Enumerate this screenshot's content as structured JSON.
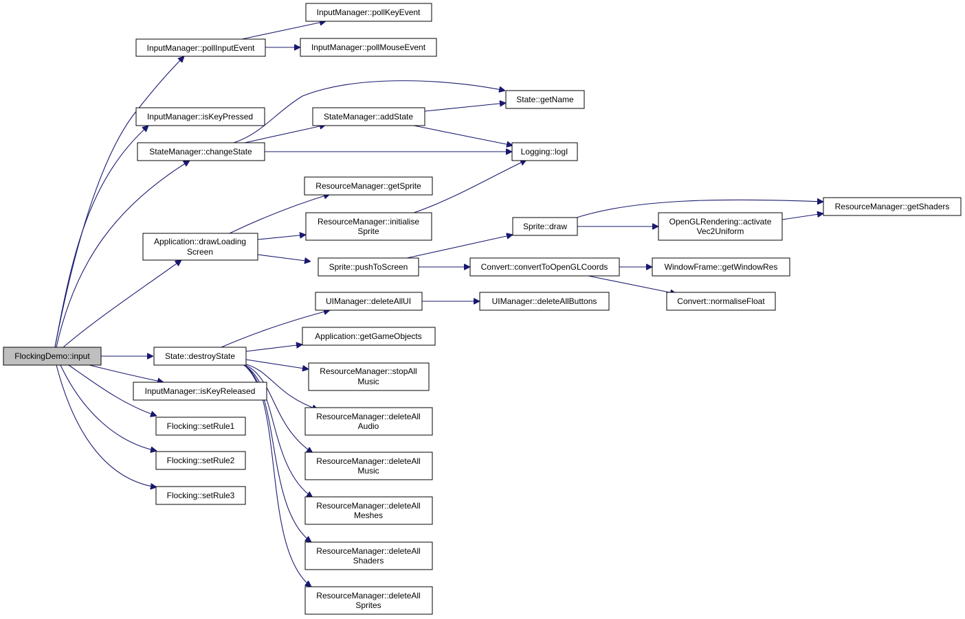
{
  "colors": {
    "edge": "#191970",
    "root_fill": "#bfbfbf",
    "node_fill": "#ffffff",
    "border": "#000000"
  },
  "nodes": {
    "flockingdemo_input": {
      "lines": [
        "FlockingDemo::input"
      ]
    },
    "pollinputevent": {
      "lines": [
        "InputManager::pollInputEvent"
      ]
    },
    "pollkeyevent": {
      "lines": [
        "InputManager::pollKeyEvent"
      ]
    },
    "pollmouseevent": {
      "lines": [
        "InputManager::pollMouseEvent"
      ]
    },
    "iskeypressed": {
      "lines": [
        "InputManager::isKeyPressed"
      ]
    },
    "changestate": {
      "lines": [
        "StateManager::changeState"
      ]
    },
    "addstate": {
      "lines": [
        "StateManager::addState"
      ]
    },
    "getname": {
      "lines": [
        "State::getName"
      ]
    },
    "logi": {
      "lines": [
        "Logging::logI"
      ]
    },
    "getsprite": {
      "lines": [
        "ResourceManager::getSprite"
      ]
    },
    "initialisesprite": {
      "lines": [
        "ResourceManager::initialise",
        "Sprite"
      ]
    },
    "drawloadingscreen": {
      "lines": [
        "Application::drawLoading",
        "Screen"
      ]
    },
    "sprite_draw": {
      "lines": [
        "Sprite::draw"
      ]
    },
    "activatevec2uniform": {
      "lines": [
        "OpenGLRendering::activate",
        "Vec2Uniform"
      ]
    },
    "getshaders": {
      "lines": [
        "ResourceManager::getShaders"
      ]
    },
    "pushtoscreen": {
      "lines": [
        "Sprite::pushToScreen"
      ]
    },
    "converttoopenglcoords": {
      "lines": [
        "Convert::convertToOpenGLCoords"
      ]
    },
    "getwindowres": {
      "lines": [
        "WindowFrame::getWindowRes"
      ]
    },
    "normalisefloat": {
      "lines": [
        "Convert::normaliseFloat"
      ]
    },
    "deleteallui": {
      "lines": [
        "UIManager::deleteAllUI"
      ]
    },
    "deleteallbuttons": {
      "lines": [
        "UIManager::deleteAllButtons"
      ]
    },
    "destroystate": {
      "lines": [
        "State::destroyState"
      ]
    },
    "getgameobjects": {
      "lines": [
        "Application::getGameObjects"
      ]
    },
    "stopallmusic": {
      "lines": [
        "ResourceManager::stopAll",
        "Music"
      ]
    },
    "iskeyreleased": {
      "lines": [
        "InputManager::isKeyReleased"
      ]
    },
    "deleteallaudio": {
      "lines": [
        "ResourceManager::deleteAll",
        "Audio"
      ]
    },
    "setrule1": {
      "lines": [
        "Flocking::setRule1"
      ]
    },
    "setrule2": {
      "lines": [
        "Flocking::setRule2"
      ]
    },
    "deleteallmusic": {
      "lines": [
        "ResourceManager::deleteAll",
        "Music"
      ]
    },
    "setrule3": {
      "lines": [
        "Flocking::setRule3"
      ]
    },
    "deleteallmeshes": {
      "lines": [
        "ResourceManager::deleteAll",
        "Meshes"
      ]
    },
    "deleteallshaders": {
      "lines": [
        "ResourceManager::deleteAll",
        "Shaders"
      ]
    },
    "deleteallsprites": {
      "lines": [
        "ResourceManager::deleteAll",
        "Sprites"
      ]
    }
  },
  "edges": [
    [
      "flockingdemo_input",
      "pollinputevent"
    ],
    [
      "flockingdemo_input",
      "iskeypressed"
    ],
    [
      "flockingdemo_input",
      "changestate"
    ],
    [
      "flockingdemo_input",
      "drawloadingscreen"
    ],
    [
      "flockingdemo_input",
      "destroystate"
    ],
    [
      "flockingdemo_input",
      "iskeyreleased"
    ],
    [
      "flockingdemo_input",
      "setrule1"
    ],
    [
      "flockingdemo_input",
      "setrule2"
    ],
    [
      "flockingdemo_input",
      "setrule3"
    ],
    [
      "pollinputevent",
      "pollkeyevent"
    ],
    [
      "pollinputevent",
      "pollmouseevent"
    ],
    [
      "changestate",
      "getname"
    ],
    [
      "changestate",
      "addstate"
    ],
    [
      "changestate",
      "logi"
    ],
    [
      "addstate",
      "getname"
    ],
    [
      "addstate",
      "logi"
    ],
    [
      "drawloadingscreen",
      "getsprite"
    ],
    [
      "drawloadingscreen",
      "initialisesprite"
    ],
    [
      "drawloadingscreen",
      "pushtoscreen"
    ],
    [
      "initialisesprite",
      "logi"
    ],
    [
      "pushtoscreen",
      "sprite_draw"
    ],
    [
      "pushtoscreen",
      "converttoopenglcoords"
    ],
    [
      "sprite_draw",
      "getshaders"
    ],
    [
      "sprite_draw",
      "activatevec2uniform"
    ],
    [
      "activatevec2uniform",
      "getshaders"
    ],
    [
      "converttoopenglcoords",
      "getwindowres"
    ],
    [
      "converttoopenglcoords",
      "normalisefloat"
    ],
    [
      "destroystate",
      "deleteallui"
    ],
    [
      "destroystate",
      "getgameobjects"
    ],
    [
      "destroystate",
      "stopallmusic"
    ],
    [
      "destroystate",
      "deleteallaudio"
    ],
    [
      "destroystate",
      "deleteallmusic"
    ],
    [
      "destroystate",
      "deleteallmeshes"
    ],
    [
      "destroystate",
      "deleteallshaders"
    ],
    [
      "destroystate",
      "deleteallsprites"
    ],
    [
      "deleteallui",
      "deleteallbuttons"
    ]
  ]
}
